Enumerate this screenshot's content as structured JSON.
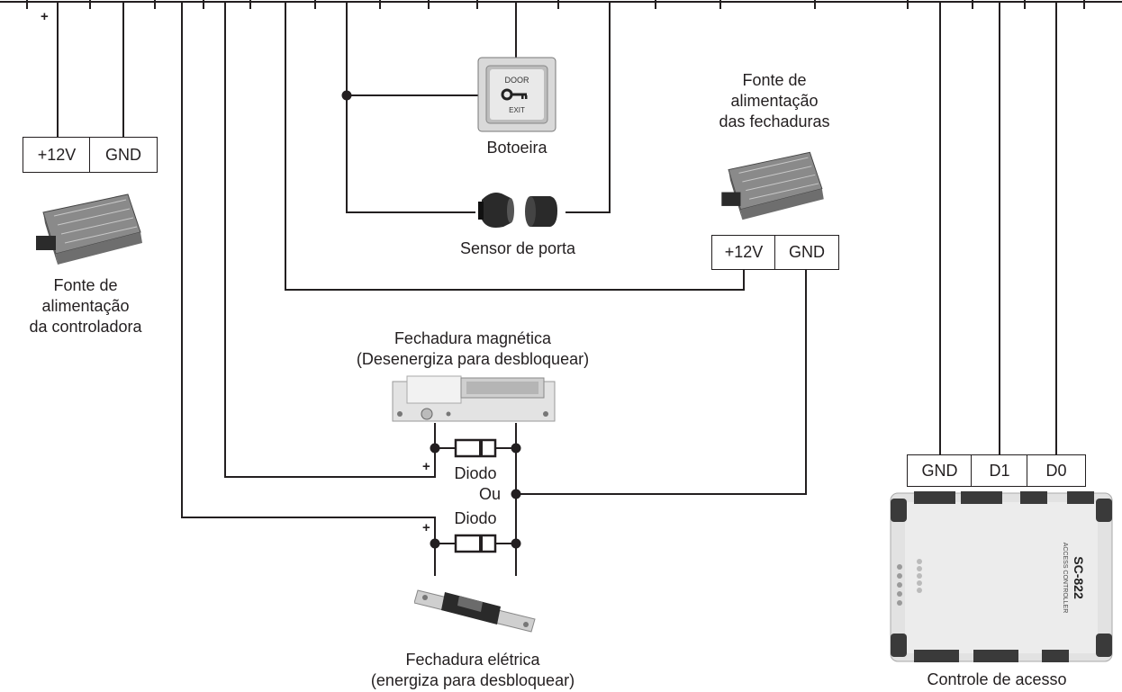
{
  "psu_controller": {
    "label_line1": "Fonte de",
    "label_line2": "alimentação",
    "label_line3": "da controladora",
    "terminal_pos": "+12V",
    "terminal_gnd": "GND",
    "plus_marker": "+"
  },
  "exit_button": {
    "label": "Botoeira",
    "text_door": "DOOR",
    "text_exit": "EXIT"
  },
  "door_sensor": {
    "label": "Sensor de porta"
  },
  "psu_locks": {
    "label_line1": "Fonte de",
    "label_line2": "alimentação",
    "label_line3": "das fechaduras",
    "terminal_pos": "+12V",
    "terminal_gnd": "GND"
  },
  "mag_lock": {
    "label_line1": "Fechadura magnética",
    "label_line2": "(Desenergiza para desbloquear)",
    "plus_marker": "+"
  },
  "diodes": {
    "label_top": "Diodo",
    "label_or": "Ou",
    "label_bottom": "Diodo"
  },
  "electric_strike": {
    "label_line1": "Fechadura elétrica",
    "label_line2": "(energiza para desbloquear)",
    "plus_marker": "+"
  },
  "access_controller": {
    "label": "Controle de acesso",
    "terminal_gnd": "GND",
    "terminal_d1": "D1",
    "terminal_d0": "D0",
    "model": "SC-822",
    "subtitle": "ACCESS CONTROLLER"
  }
}
